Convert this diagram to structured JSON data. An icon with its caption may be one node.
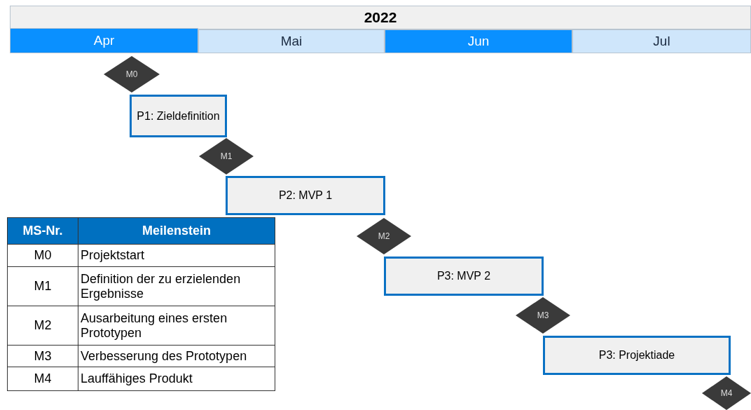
{
  "diagram": {
    "nodes": [
      {
        "text": [
          "M0"
        ]
      },
      {
        "text": [
          "P1: Zieldefinition"
        ]
      },
      {
        "text": [
          "M1"
        ]
      },
      {
        "text": [
          "P2: MVP 1"
        ]
      },
      {
        "text": [
          "M2"
        ]
      },
      {
        "text": [
          "P3: MVP 2"
        ]
      },
      {
        "text": [
          "M3"
        ]
      },
      {
        "text": [
          "P3: Projektiade"
        ]
      },
      {
        "text": [
          "M4"
        ]
      }
    ],
    "labels": [
      "2022",
      "Apr",
      "Mai",
      "Jun",
      "Jul",
      "MS-Nr.",
      "Meilenstein",
      "M0",
      "Projektstart",
      "M1",
      "Definition der zu erzielenden Ergebnisse",
      "M2",
      "Ausarbeitung eines ersten Prototypen",
      "M3",
      "Verbesserung des Prototypen",
      "M4",
      "Lauffähiges Produkt"
    ]
  }
}
